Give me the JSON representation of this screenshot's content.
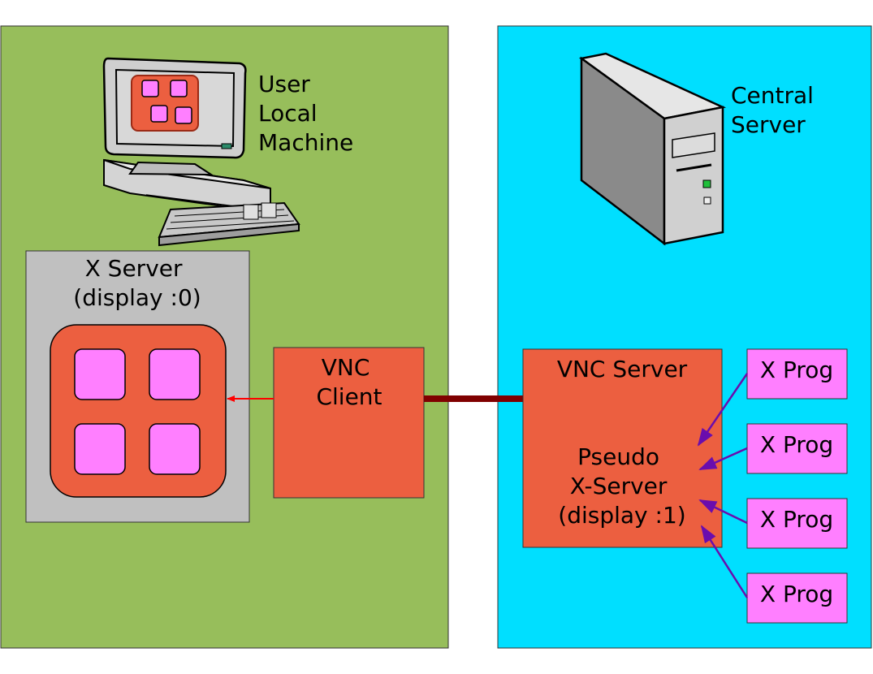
{
  "local": {
    "machine_label": [
      "User",
      "Local",
      "Machine"
    ],
    "xserver_label": [
      "X Server",
      "(display :0)"
    ],
    "vnc_client_label": [
      "VNC",
      "Client"
    ]
  },
  "remote": {
    "server_label": [
      "Central",
      "Server"
    ],
    "vnc_server_label": "VNC Server",
    "pseudo_label": [
      "Pseudo",
      "X-Server",
      "(display :1)"
    ],
    "xprogs": [
      "X Prog",
      "X Prog",
      "X Prog",
      "X Prog"
    ]
  },
  "colors": {
    "local_bg": "#97be5b",
    "remote_bg": "#00dfff",
    "box_orange": "#ec5f40",
    "xserver_gray": "#c0c0c0",
    "window_pink": "#ff7fff",
    "connection": "#800000",
    "arrow_red": "#ff0000",
    "arrow_purple": "#6a0dad"
  },
  "icons": [
    "desktop-computer-icon",
    "tower-server-icon"
  ]
}
